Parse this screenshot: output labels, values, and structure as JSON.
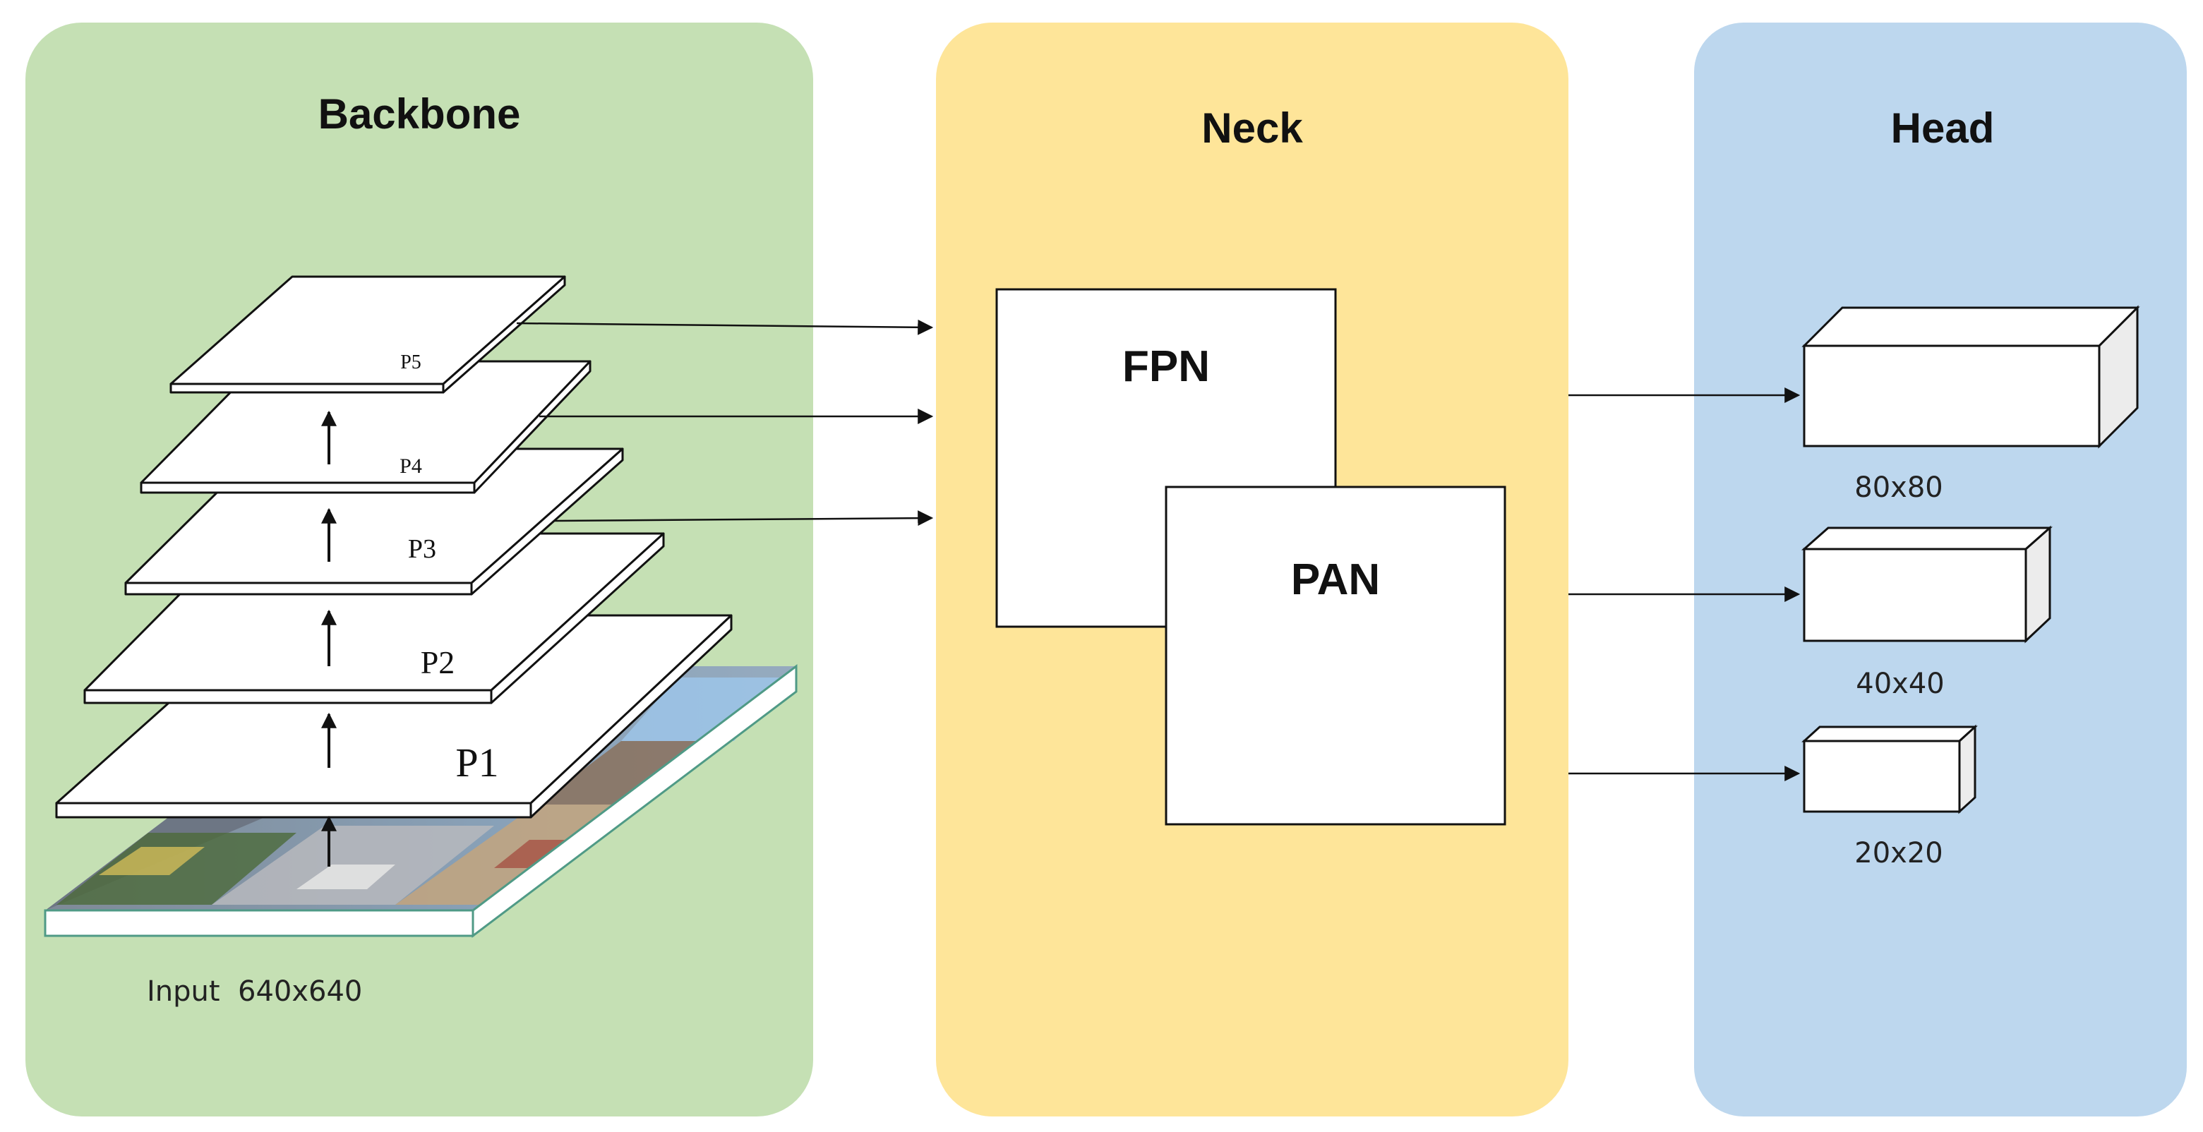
{
  "backbone": {
    "title": "Backbone",
    "input_label": "Input  640x640",
    "layers": [
      "P1",
      "P2",
      "P3",
      "P4",
      "P5"
    ]
  },
  "neck": {
    "title": "Neck",
    "blocks": [
      "FPN",
      "PAN"
    ]
  },
  "head": {
    "title": "Head",
    "outputs": [
      "80x80",
      "40x40",
      "20x20"
    ]
  },
  "colors": {
    "backbone_panel": "#c5e0b4",
    "neck_panel": "#fee599",
    "head_panel": "#bdd7ee"
  }
}
